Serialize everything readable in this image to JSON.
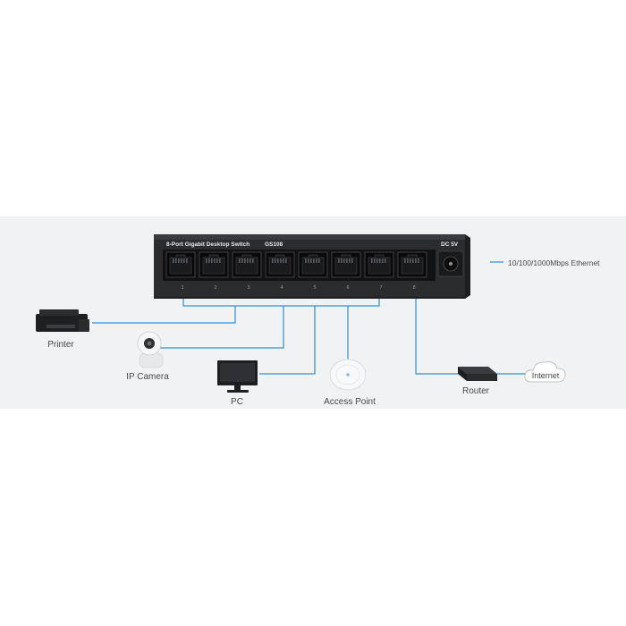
{
  "switch": {
    "model_name": "8-Port Gigabit Desktop Switch",
    "model_code": "GS108",
    "power_label": "DC 5V",
    "ports": [
      "1",
      "2",
      "3",
      "4",
      "5",
      "6",
      "7",
      "8"
    ]
  },
  "legend": {
    "line_label": "10/100/1000Mbps Ethernet",
    "line_color": "#2f8fd8"
  },
  "devices": {
    "printer": "Printer",
    "ip_camera": "IP Camera",
    "pc": "PC",
    "access_point": "Access Point",
    "router": "Router",
    "internet": "Internet"
  },
  "colors": {
    "background_band": "#f1f2f4",
    "switch_body": "#2b2c2e",
    "link": "#2f8fd8"
  }
}
